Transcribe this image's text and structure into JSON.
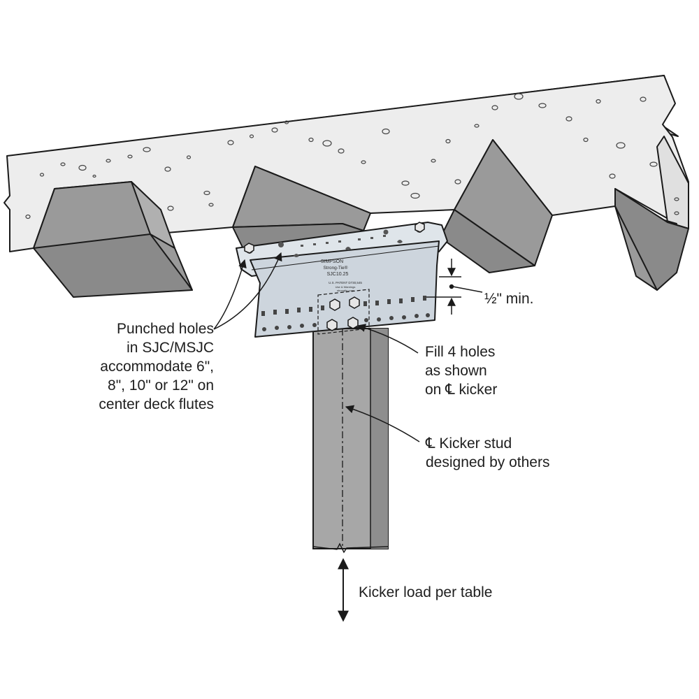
{
  "callouts": {
    "punched_holes": [
      "Punched holes",
      "in SJC/MSJC",
      "accommodate 6\",",
      "8\", 10\" or 12\" on",
      "center deck flutes"
    ],
    "fill_holes": [
      "Fill 4 holes",
      "as shown",
      "on ℄ kicker"
    ],
    "kicker_stud": [
      "℄ Kicker stud",
      "designed by others"
    ],
    "kicker_load": "Kicker load per table",
    "half_inch_min": "½\" min."
  },
  "bracket_label": {
    "brand": "SIMPSON",
    "product_line": "Strong-Tie®",
    "model": "SJC10.25",
    "patent": "U.S. PATENT D730,545",
    "notice_1": "Use & Warnings",
    "notice_2": "strongtie.com"
  },
  "colors": {
    "concrete": "#ededed",
    "concrete_edge": "#d8d8d8",
    "deck_dark": "#8f8f8f",
    "deck_mid": "#a8a8a8",
    "bracket": "#cdd5dd",
    "stud": "#a4a4a4",
    "line": "#1a1a1a"
  }
}
